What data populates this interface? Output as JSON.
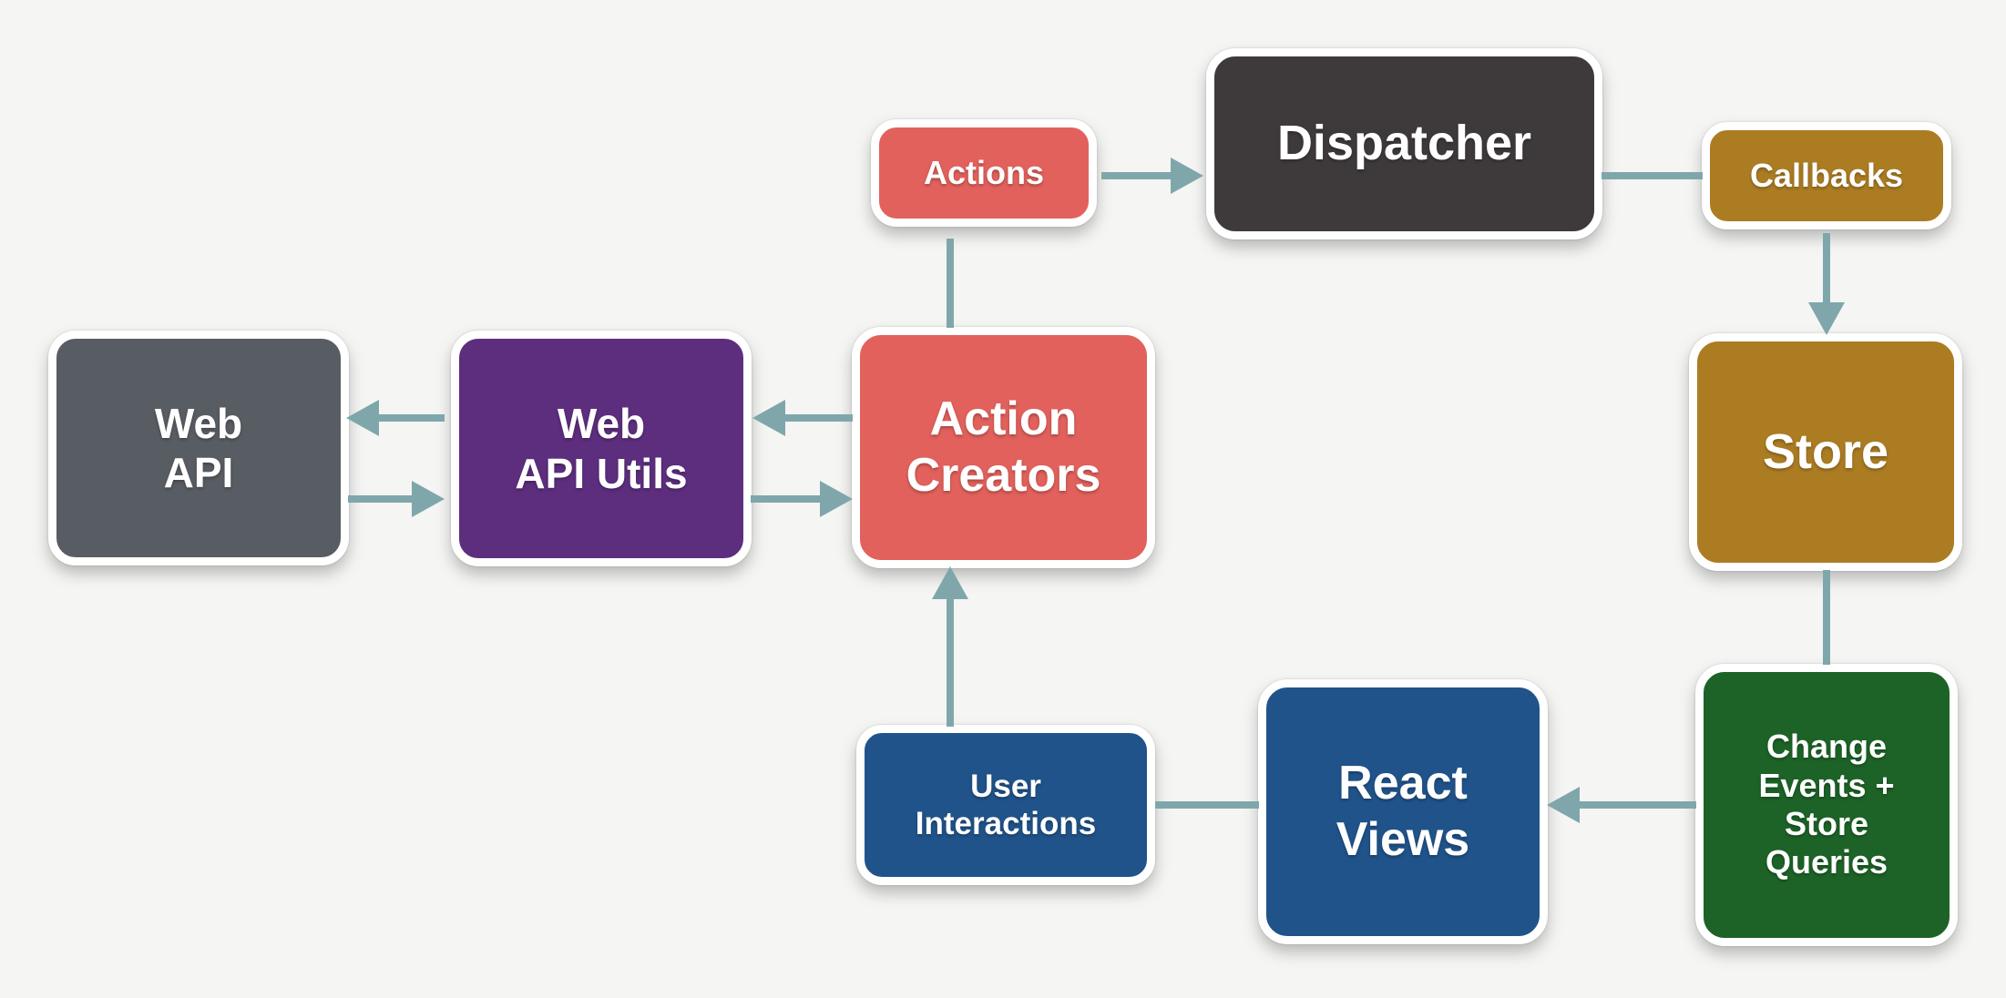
{
  "diagram": {
    "title": "Flux application architecture data-flow diagram",
    "background_color": "#f5f5f3",
    "connector_color": "#7fa7ab",
    "nodes": {
      "web_api": {
        "label": "Web\nAPI",
        "color": "#585d63",
        "text_color": "#ffffff"
      },
      "web_api_utils": {
        "label": "Web\nAPI Utils",
        "color": "#5d2e7e",
        "text_color": "#ffffff"
      },
      "action_creators": {
        "label": "Action\nCreators",
        "color": "#e2615c",
        "text_color": "#ffffff"
      },
      "actions": {
        "label": "Actions",
        "color": "#e2615c",
        "text_color": "#ffffff"
      },
      "dispatcher": {
        "label": "Dispatcher",
        "color": "#3e3a3b",
        "text_color": "#ffffff"
      },
      "callbacks": {
        "label": "Callbacks",
        "color": "#ac7c23",
        "text_color": "#ffffff"
      },
      "store": {
        "label": "Store",
        "color": "#ac7c23",
        "text_color": "#ffffff"
      },
      "change_events": {
        "label": "Change\nEvents +\nStore\nQueries",
        "color": "#1d6327",
        "text_color": "#ffffff"
      },
      "react_views": {
        "label": "React\nViews",
        "color": "#20538a",
        "text_color": "#ffffff"
      },
      "user_interactions": {
        "label": "User\nInteractions",
        "color": "#20538a",
        "text_color": "#ffffff"
      }
    },
    "connections": [
      {
        "from": "actions",
        "to": "dispatcher",
        "directed": true
      },
      {
        "from": "dispatcher",
        "to": "callbacks",
        "directed": false
      },
      {
        "from": "callbacks",
        "to": "store",
        "directed": true
      },
      {
        "from": "store",
        "to": "change_events",
        "directed": false
      },
      {
        "from": "change_events",
        "to": "react_views",
        "directed": true
      },
      {
        "from": "react_views",
        "to": "user_interactions",
        "directed": false
      },
      {
        "from": "user_interactions",
        "to": "action_creators",
        "directed": true
      },
      {
        "from": "action_creators",
        "to": "actions",
        "directed": false
      },
      {
        "from": "action_creators",
        "to": "web_api_utils",
        "directed": true
      },
      {
        "from": "web_api_utils",
        "to": "action_creators",
        "directed": true
      },
      {
        "from": "web_api_utils",
        "to": "web_api",
        "directed": true
      },
      {
        "from": "web_api",
        "to": "web_api_utils",
        "directed": true
      }
    ]
  }
}
